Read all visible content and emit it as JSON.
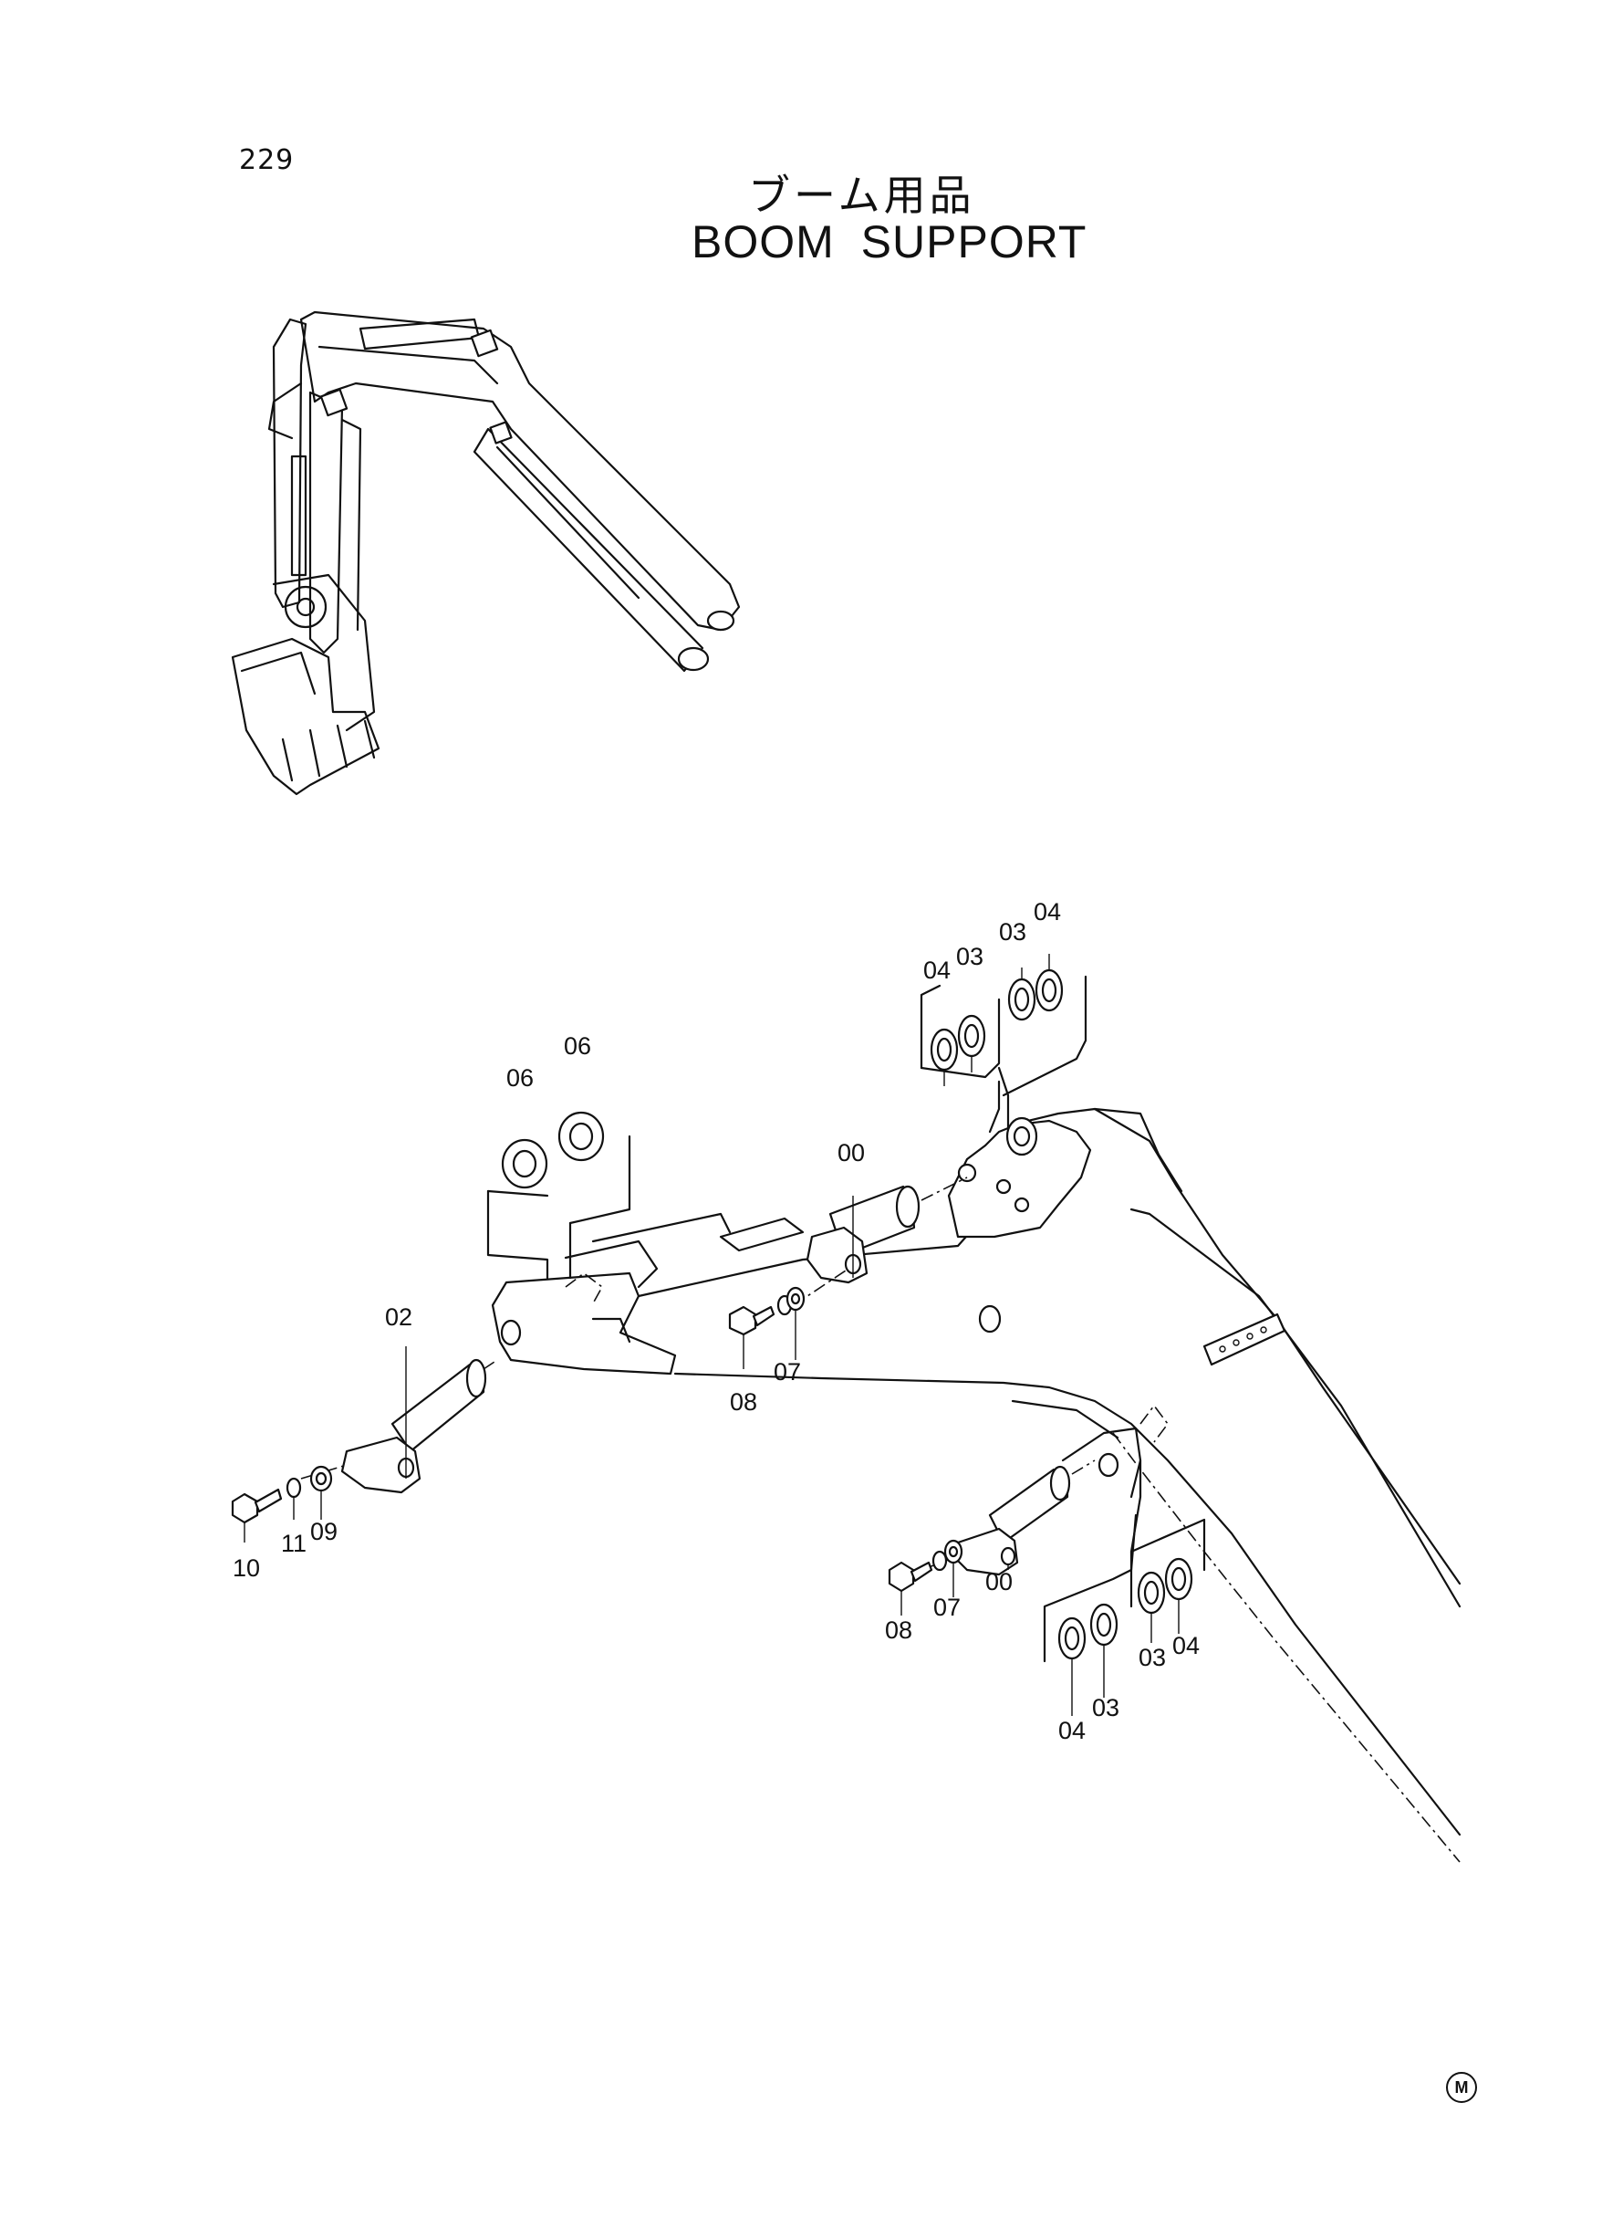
{
  "page_number": "229",
  "title_ja": "ブーム用品",
  "title_en": "BOOM SUPPORT",
  "footer_mark": "M",
  "callouts": [
    {
      "id": "c-04a",
      "text": "04"
    },
    {
      "id": "c-03a",
      "text": "03"
    },
    {
      "id": "c-03b",
      "text": "03"
    },
    {
      "id": "c-04b",
      "text": "04"
    },
    {
      "id": "c-06a",
      "text": "06"
    },
    {
      "id": "c-06b",
      "text": "06"
    },
    {
      "id": "c-00a",
      "text": "00"
    },
    {
      "id": "c-02",
      "text": "02"
    },
    {
      "id": "c-08a",
      "text": "08"
    },
    {
      "id": "c-07a",
      "text": "07"
    },
    {
      "id": "c-10",
      "text": "10"
    },
    {
      "id": "c-11",
      "text": "11"
    },
    {
      "id": "c-09",
      "text": "09"
    },
    {
      "id": "c-08b",
      "text": "08"
    },
    {
      "id": "c-07b",
      "text": "07"
    },
    {
      "id": "c-00b",
      "text": "00"
    },
    {
      "id": "c-04c",
      "text": "04"
    },
    {
      "id": "c-03c",
      "text": "03"
    },
    {
      "id": "c-03d",
      "text": "03"
    },
    {
      "id": "c-04d",
      "text": "04"
    }
  ]
}
